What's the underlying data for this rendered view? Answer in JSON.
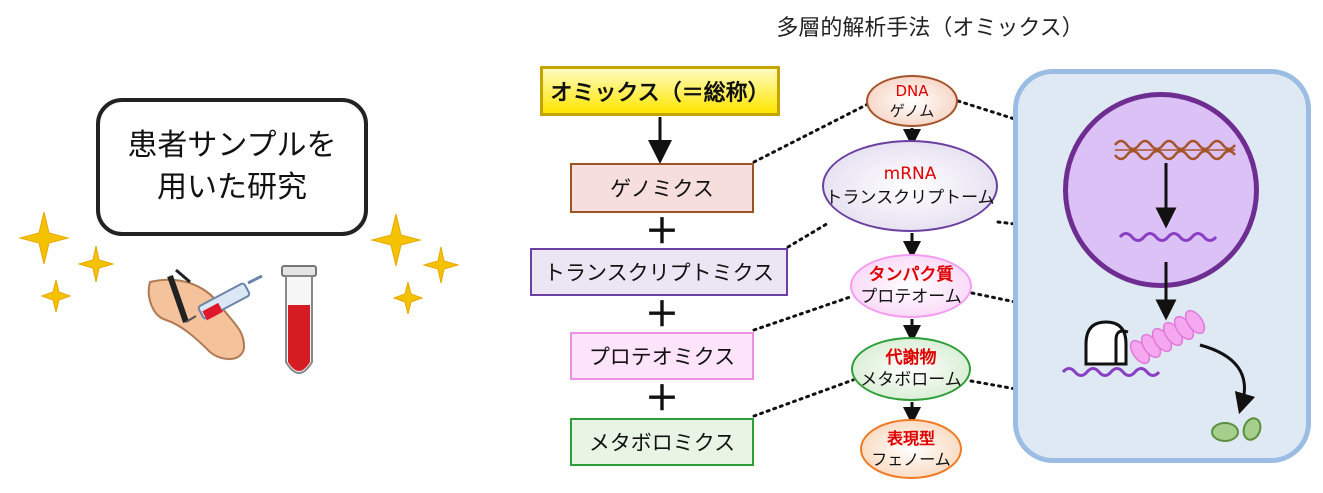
{
  "title": "多層的解析手法（オミックス）",
  "patient": {
    "text": "患者サンプルを\n用いた研究"
  },
  "omics_boxes": {
    "general": "オミックス（＝総称）",
    "genomics": "ゲノミクス",
    "transcriptomics": "トランスクリプトミクス",
    "proteomics": "プロテオミクス",
    "metabolomics": "メタボロミクス",
    "plus": "＋"
  },
  "ovals": {
    "dna": {
      "name": "DNA",
      "ome": "ゲノム"
    },
    "mrna": {
      "name": "mRNA",
      "ome": "トランスクリプトーム"
    },
    "protein": {
      "name": "タンパク質",
      "ome": "プロテオーム"
    },
    "metabolite": {
      "name": "代謝物",
      "ome": "メタボローム"
    },
    "phenotype": {
      "name": "表現型",
      "ome": "フェノーム"
    }
  },
  "colors": {
    "red_label": "#e00000",
    "cell_border": "#9bbde3",
    "nucleus_border": "#6e2d91",
    "dna_strand": "#a6542a",
    "mrna_strand": "#8a3fc2",
    "protein": "#f5a8ef",
    "metabolite": "#a6cf8e",
    "sparkle": "#f4c200"
  },
  "icons": [
    "sparkle-icon",
    "blood-draw-arm-icon",
    "blood-test-tube-icon",
    "ribosome-icon"
  ]
}
